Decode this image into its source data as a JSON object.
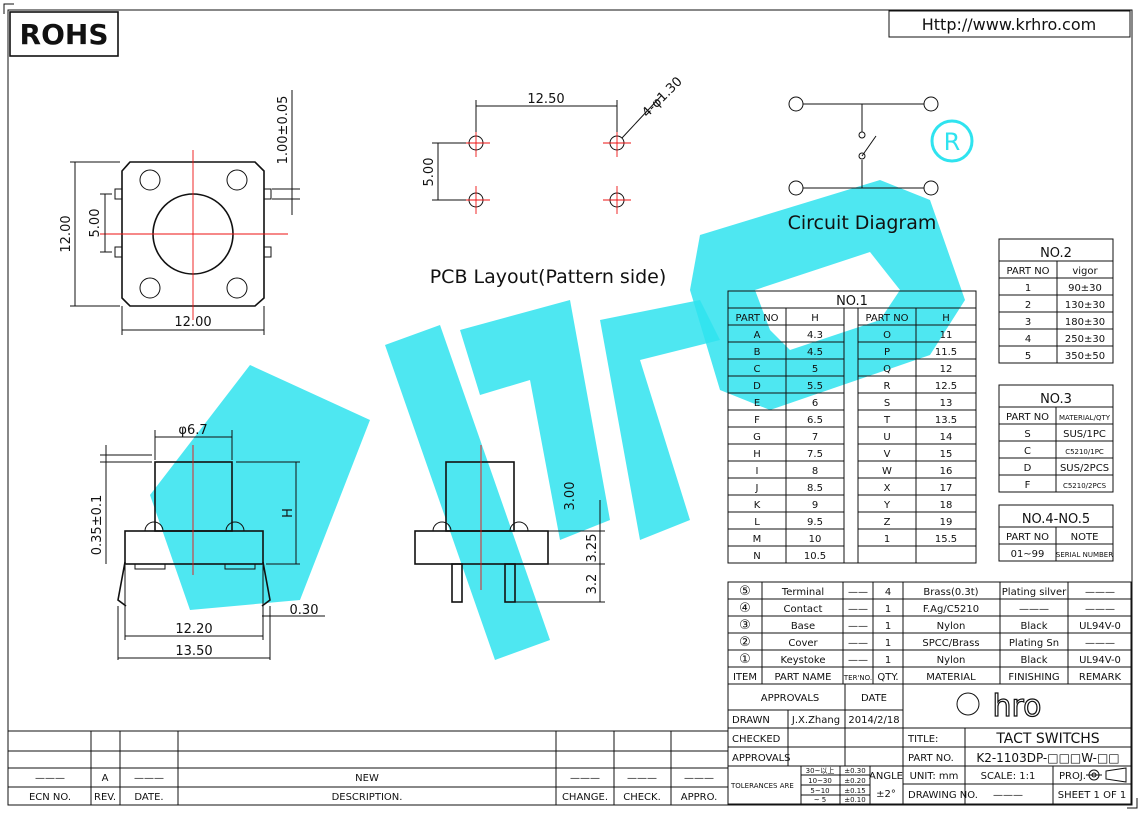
{
  "header": {
    "brand": "ROHS",
    "website": "Http://www.krhro.com"
  },
  "views": {
    "pcb_title": "PCB Layout(Pattern side)",
    "circuit_title": "Circuit Diagram",
    "top_view_dims": {
      "width": "12.00",
      "height": "12.00",
      "pin_pitch": "5.00",
      "pin_offset": "1.00±0.05"
    },
    "pcb_dims": {
      "pitch_x": "12.50",
      "pitch_y": "5.00",
      "hole": "4-φ1.30"
    },
    "side_view_dims": {
      "cap": "φ6.7",
      "h": "H",
      "base": "0.35±0.1",
      "lead": "0.30",
      "w1": "12.20",
      "w2": "13.50"
    },
    "right_view_dims": {
      "a": "3.00",
      "b": "3.25",
      "c": "3.2"
    }
  },
  "no1": {
    "title": "NO.1",
    "headers": [
      "PART NO",
      "H",
      "PART NO",
      "H"
    ],
    "rows": [
      [
        "A",
        "4.3",
        "O",
        "11"
      ],
      [
        "B",
        "4.5",
        "P",
        "11.5"
      ],
      [
        "C",
        "5",
        "Q",
        "12"
      ],
      [
        "D",
        "5.5",
        "R",
        "12.5"
      ],
      [
        "E",
        "6",
        "S",
        "13"
      ],
      [
        "F",
        "6.5",
        "T",
        "13.5"
      ],
      [
        "G",
        "7",
        "U",
        "14"
      ],
      [
        "H",
        "7.5",
        "V",
        "15"
      ],
      [
        "I",
        "8",
        "W",
        "16"
      ],
      [
        "J",
        "8.5",
        "X",
        "17"
      ],
      [
        "K",
        "9",
        "Y",
        "18"
      ],
      [
        "L",
        "9.5",
        "Z",
        "19"
      ],
      [
        "M",
        "10",
        "1",
        "15.5"
      ],
      [
        "N",
        "10.5",
        "",
        ""
      ]
    ]
  },
  "no2": {
    "title": "NO.2",
    "headers": [
      "PART NO",
      "vigor"
    ],
    "rows": [
      [
        "1",
        "90±30"
      ],
      [
        "2",
        "130±30"
      ],
      [
        "3",
        "180±30"
      ],
      [
        "4",
        "250±30"
      ],
      [
        "5",
        "350±50"
      ]
    ]
  },
  "no3": {
    "title": "NO.3",
    "headers": [
      "PART NO",
      "MATERIAL/QTY"
    ],
    "rows": [
      [
        "S",
        "SUS/1PC"
      ],
      [
        "C",
        "C5210/1PC"
      ],
      [
        "D",
        "SUS/2PCS"
      ],
      [
        "F",
        "C5210/2PCS"
      ]
    ]
  },
  "no45": {
    "title": "NO.4-NO.5",
    "headers": [
      "PART NO",
      "NOTE"
    ],
    "rows": [
      [
        "01~99",
        "SERIAL NUMBER"
      ]
    ]
  },
  "bom": {
    "headers": [
      "ITEM",
      "PART NAME",
      "TER'NO.",
      "QTY.",
      "MATERIAL",
      "FINISHING",
      "REMARK"
    ],
    "rows": [
      [
        "⑤",
        "Terminal",
        "——",
        "4",
        "Brass(0.3t)",
        "Plating silver",
        "———"
      ],
      [
        "④",
        "Contact",
        "——",
        "1",
        "F.Ag/C5210",
        "———",
        "———"
      ],
      [
        "③",
        "Base",
        "——",
        "1",
        "Nylon",
        "Black",
        "UL94V-0"
      ],
      [
        "②",
        "Cover",
        "——",
        "1",
        "SPCC/Brass",
        "Plating Sn",
        "———"
      ],
      [
        "①",
        "Keystoke",
        "——",
        "1",
        "Nylon",
        "Black",
        "UL94V-0"
      ]
    ]
  },
  "title_block": {
    "approvals": "APPROVALS",
    "date_label": "DATE",
    "drawn_label": "DRAWN",
    "drawn_by": "J.X.Zhang",
    "drawn_date": "2014/2/18",
    "checked_label": "CHECKED",
    "approvals2": "APPROVALS",
    "logo": "hro",
    "title_label": "TITLE:",
    "title": "TACT SWITCHS",
    "partno_label": "PART NO.",
    "partno": "K2-1103DP-□□□W-□□",
    "tol_label": "TOLERANCES ARE",
    "tol_ranges": [
      "30~以上",
      "10~30",
      "5~10",
      "~ 5"
    ],
    "tol_values": [
      "±0.30",
      "±0.20",
      "±0.15",
      "±0.10"
    ],
    "angle_label": "ANGLE",
    "angle_value": "±2°",
    "unit": "UNIT: mm",
    "scale": "SCALE:  1:1",
    "proj": "PROJ.",
    "drawing_no_label": "DRAWING NO.",
    "drawing_no": "———",
    "sheet": "SHEET  1 OF 1"
  },
  "revision": {
    "rev": "A",
    "description": "NEW",
    "headers": [
      "ECN NO.",
      "REV.",
      "DATE.",
      "DESCRIPTION.",
      "CHANGE.",
      "CHECK.",
      "APPRO."
    ],
    "dash": "———"
  },
  "colors": {
    "watermark": "#2fe3ef",
    "centerline": "#e11111",
    "ink": "#111111"
  }
}
